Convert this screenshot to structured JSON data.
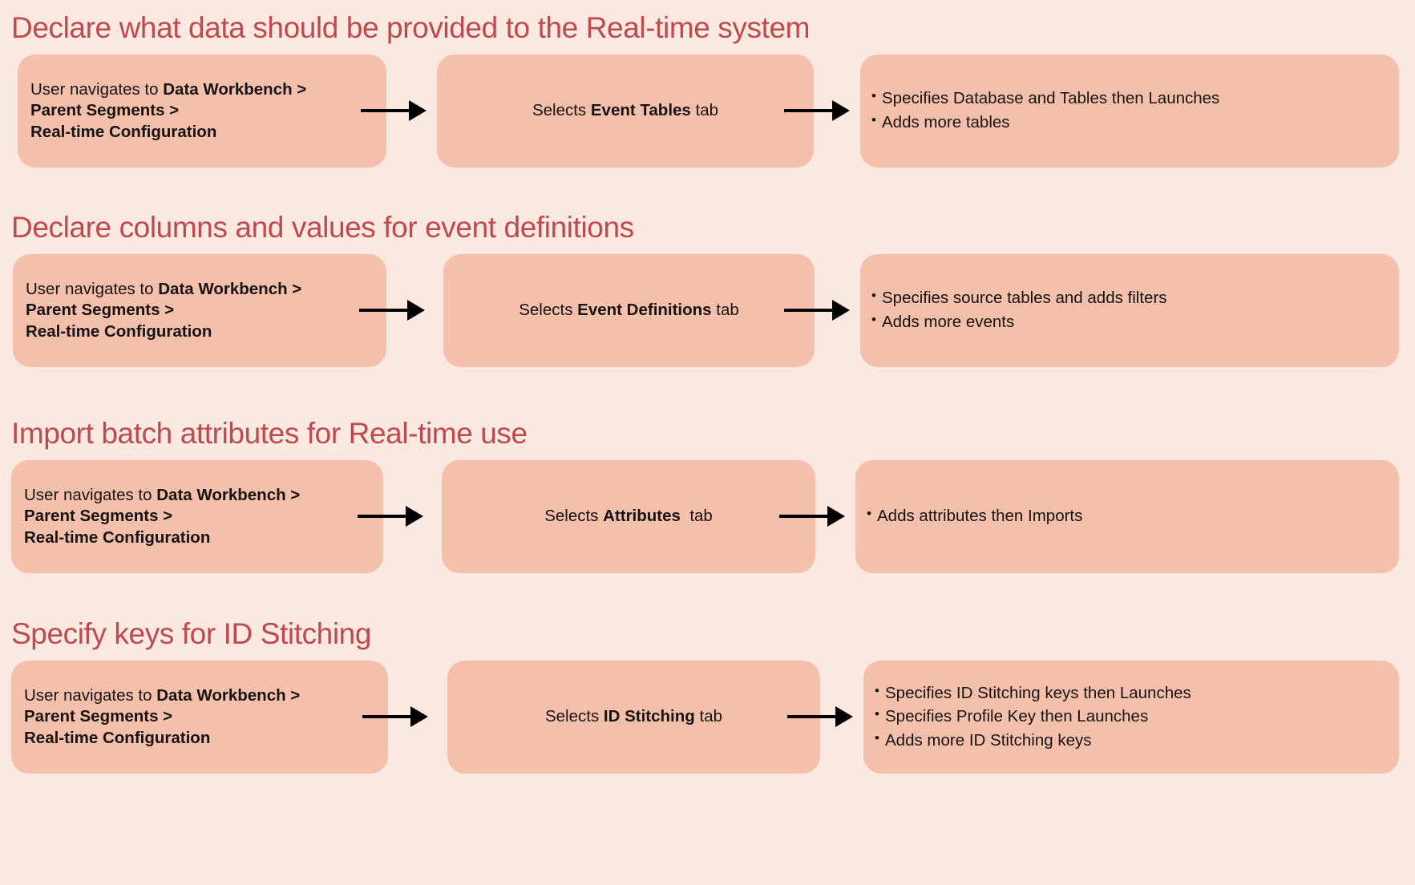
{
  "theme": {
    "background": "#fbe8e1",
    "box_fill": "#f5c0ab",
    "heading_color": "#bf4a4c",
    "text_color": "#17110f",
    "arrow_color": "#000000"
  },
  "sections": [
    {
      "heading": "Declare what data should be provided to the Real-time system",
      "step1": {
        "line1_prefix": "User navigates to ",
        "line1_bold": "Data Workbench >",
        "line2_bold": "Parent Segments >",
        "line3_bold": "Real-time Configuration"
      },
      "step2": {
        "prefix": "Selects ",
        "bold": "Event Tables",
        "suffix": " tab"
      },
      "step3": {
        "bullets": [
          "Specifies Database and Tables then Launches",
          "Adds more tables"
        ]
      }
    },
    {
      "heading": "Declare columns and values for event definitions",
      "step1": {
        "line1_prefix": "User navigates to ",
        "line1_bold": "Data Workbench >",
        "line2_bold": "Parent Segments >",
        "line3_bold": "Real-time Configuration"
      },
      "step2": {
        "prefix": "Selects ",
        "bold": "Event Definitions",
        "suffix": " tab"
      },
      "step3": {
        "bullets": [
          "Specifies source tables and adds filters",
          "Adds more events"
        ]
      }
    },
    {
      "heading": "Import batch attributes for Real-time use",
      "step1": {
        "line1_prefix": "User navigates to ",
        "line1_bold": "Data Workbench >",
        "line2_bold": "Parent Segments >",
        "line3_bold": "Real-time Configuration"
      },
      "step2": {
        "prefix": "Selects ",
        "bold": "Attributes",
        "suffix": "  tab"
      },
      "step3": {
        "bullets": [
          "Adds attributes then Imports"
        ]
      }
    },
    {
      "heading": "Specify keys for ID Stitching",
      "step1": {
        "line1_prefix": "User navigates to ",
        "line1_bold": "Data Workbench >",
        "line2_bold": "Parent Segments >",
        "line3_bold": "Real-time Configuration"
      },
      "step2": {
        "prefix": "Selects ",
        "bold": "ID Stitching",
        "suffix": " tab"
      },
      "step3": {
        "bullets": [
          "Specifies ID Stitching keys then Launches",
          "Specifies Profile Key then Launches",
          "Adds more ID Stitching keys"
        ]
      }
    }
  ]
}
